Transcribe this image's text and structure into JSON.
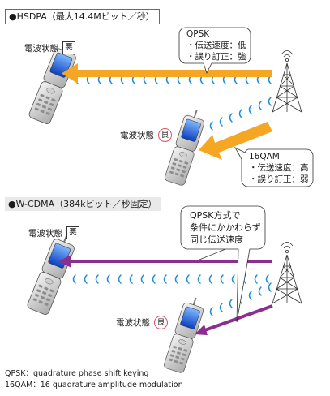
{
  "hsdpa": {
    "title": "●HSDPA（最大14.4Mビット／秒）",
    "bad_status": {
      "label": "電波状態",
      "quality": "悪"
    },
    "good_status": {
      "label": "電波状態",
      "quality": "良"
    },
    "callout_qpsk": {
      "title": "QPSK",
      "speed": "・伝送速度：低",
      "correction": "・誤り訂正：強"
    },
    "callout_16qam": {
      "title": "16QAM",
      "speed": "・伝送速度：高",
      "correction": "・誤り訂正：弱"
    }
  },
  "wcdma": {
    "title": "●W-CDMA（384kビット／秒固定）",
    "bad_status": {
      "label": "電波状態",
      "quality": "悪"
    },
    "good_status": {
      "label": "電波状態",
      "quality": "良"
    },
    "callout": {
      "line1": "QPSK方式で",
      "line2": "条件にかかわらず",
      "line3": "同じ伝送速度"
    }
  },
  "legend": {
    "qpsk": "QPSK：quadrature phase shift keying",
    "qam": "16QAM：16 quadrature amplitude modulation"
  },
  "colors": {
    "hsdpa_arrow": "#f5a623",
    "wcdma_arrow": "#8b2f8f",
    "wave": "#1f8fd8",
    "title_border": "#e0392b",
    "good_circle": "#e05262"
  }
}
